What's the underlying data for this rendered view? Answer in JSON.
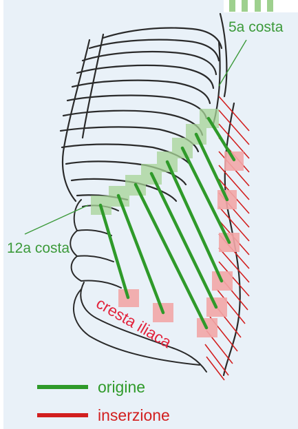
{
  "labels": {
    "rib_5": "5a costa",
    "rib_12": "12a costa",
    "iliac_crest": "cresta iliaca"
  },
  "legend": {
    "origin": "origine",
    "insertion": "inserzione"
  },
  "colors": {
    "origin": "#2f9a2a",
    "insertion": "#d21f1f",
    "origin_label": "#3c9a3a",
    "insertion_label": "#e2233c",
    "background": "#e9f1f8"
  }
}
